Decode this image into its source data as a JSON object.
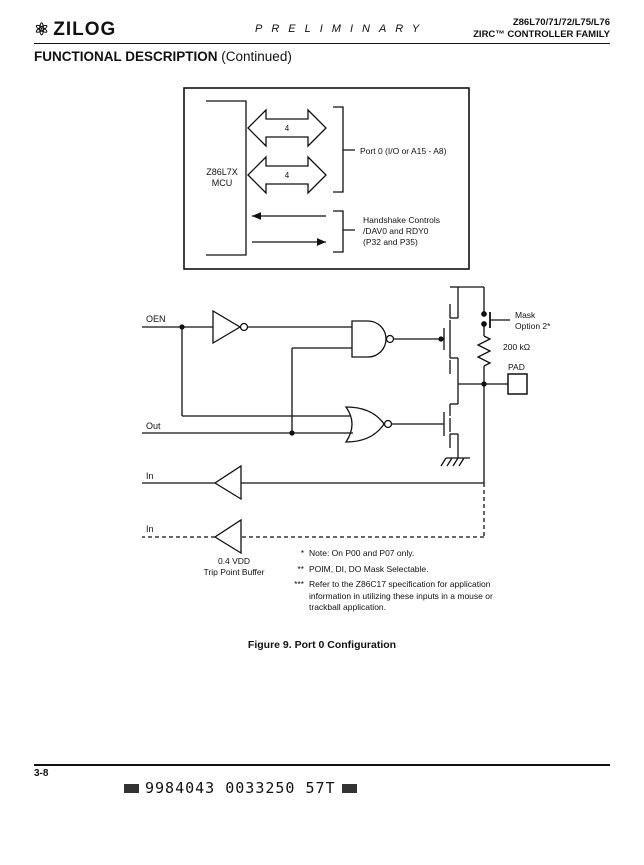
{
  "header": {
    "brand": "ZILOG",
    "center": "PRELIMINARY",
    "part_numbers": "Z86L70/71/72/L75/L76",
    "family": "ZIRC™ CONTROLLER FAMILY"
  },
  "section_title": {
    "bold": "FUNCTIONAL DESCRIPTION",
    "normal": "(Continued)"
  },
  "block_diagram": {
    "mcu_line1": "Z86L7X",
    "mcu_line2": "MCU",
    "bus_width_1": "4",
    "bus_width_2": "4",
    "port0_label": "Port 0 (I/O or A15 - A8)",
    "handshake_line1": "Handshake Controls",
    "handshake_line2": "/DAV0 and RDY0",
    "handshake_line3": "(P32 and P35)"
  },
  "circuit": {
    "oen_label": "OEN",
    "out_label": "Out",
    "in_label_1": "In",
    "in_label_2": "In",
    "mask_line1": "Mask",
    "mask_line2": "Option 2*",
    "resistor_label": "200 kΩ",
    "pad_label": "PAD",
    "buffer_line1": "0.4 VDD",
    "buffer_line2": "Trip Point Buffer"
  },
  "notes": [
    {
      "mark": "*",
      "text": "Note: On P00 and P07 only."
    },
    {
      "mark": "**",
      "text": "POIM, DI, DO Mask Selectable."
    },
    {
      "mark": "***",
      "text": "Refer to the Z86C17 specification for application information in utilizing these inputs in a mouse or trackball application."
    }
  ],
  "figure_caption": "Figure 9.  Port 0 Configuration",
  "footer": {
    "page_number": "3-8",
    "barcode_text": "9984043 0033250 57T"
  }
}
